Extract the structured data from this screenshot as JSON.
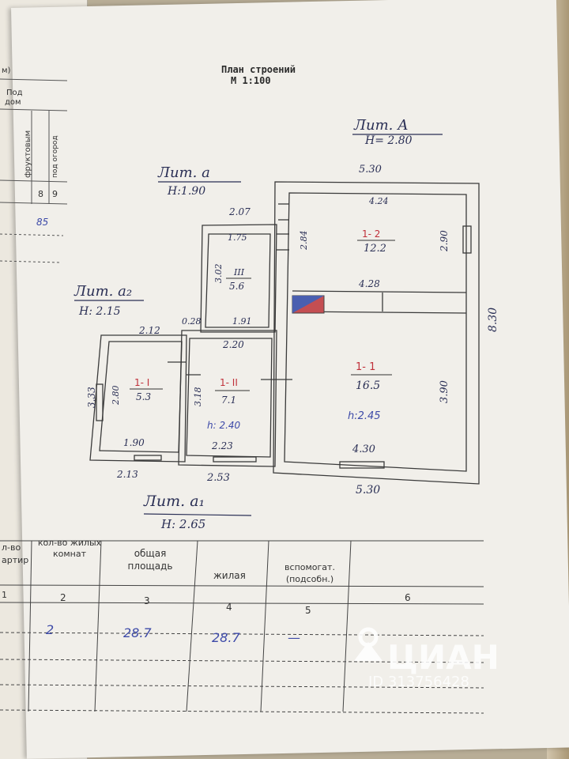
{
  "plan": {
    "title": "План строений",
    "scale": "М   1:100"
  },
  "liters": {
    "A": {
      "label": "Лит. А",
      "height": "Н= 2.80"
    },
    "a": {
      "label": "Лит. а",
      "height": "Н:1.90"
    },
    "a2": {
      "label": "Лит. а₂",
      "height": "Н: 2.15"
    },
    "a1": {
      "label": "Лит. а₁",
      "height": "Н: 2.65"
    }
  },
  "dims": {
    "top_530": "5.30",
    "d_424": "4.24",
    "d_207": "2.07",
    "d_175": "1.75",
    "d_284": "2.84",
    "d_290": "2.90",
    "d_428": "4.28",
    "d_830": "8.30",
    "d_302": "3.02",
    "d_191": "1.91",
    "d_028": "0.28",
    "d_212": "2.12",
    "d_220": "2.20",
    "d_390": "3.90",
    "d_333": "3.33",
    "d_280": "2.80",
    "d_318": "3.18",
    "d_190": "1.90",
    "d_223": "2.23",
    "d_430": "4.30",
    "d_213": "2.13",
    "d_253": "2.53",
    "bottom_530": "5.30"
  },
  "rooms": {
    "r12": {
      "code": "1- 2",
      "area": "12.2"
    },
    "r3": {
      "code": "III",
      "area": "5.6"
    },
    "r11": {
      "code": "1- 1",
      "area": "16.5",
      "h": "h:2.45"
    },
    "rI": {
      "code": "1- I",
      "area": "5.3"
    },
    "rII": {
      "code": "1- II",
      "area": "7.1",
      "h": "h: 2.40"
    }
  },
  "left_table": {
    "unit": "м)",
    "pod": "Под",
    "dom": "дом",
    "col1": "фруктовым",
    "col2": "под огород",
    "n8": "8",
    "n9": "9",
    "v": "85"
  },
  "table": {
    "h1": "л-во",
    "h1b": "артир",
    "h2": "кол-во жилых комнат",
    "h3": "общая площадь",
    "h4": "жилая",
    "h5": "вспомогат. (подсобн.)",
    "n1": "1",
    "n2": "2",
    "n3": "3",
    "n4": "4",
    "n5": "5",
    "n6": "6",
    "v2": "2",
    "v3": "28.7",
    "v4": "28.7",
    "v5": "—"
  },
  "watermark": {
    "brand": "ЦИАН",
    "id": "ID 313756428"
  }
}
